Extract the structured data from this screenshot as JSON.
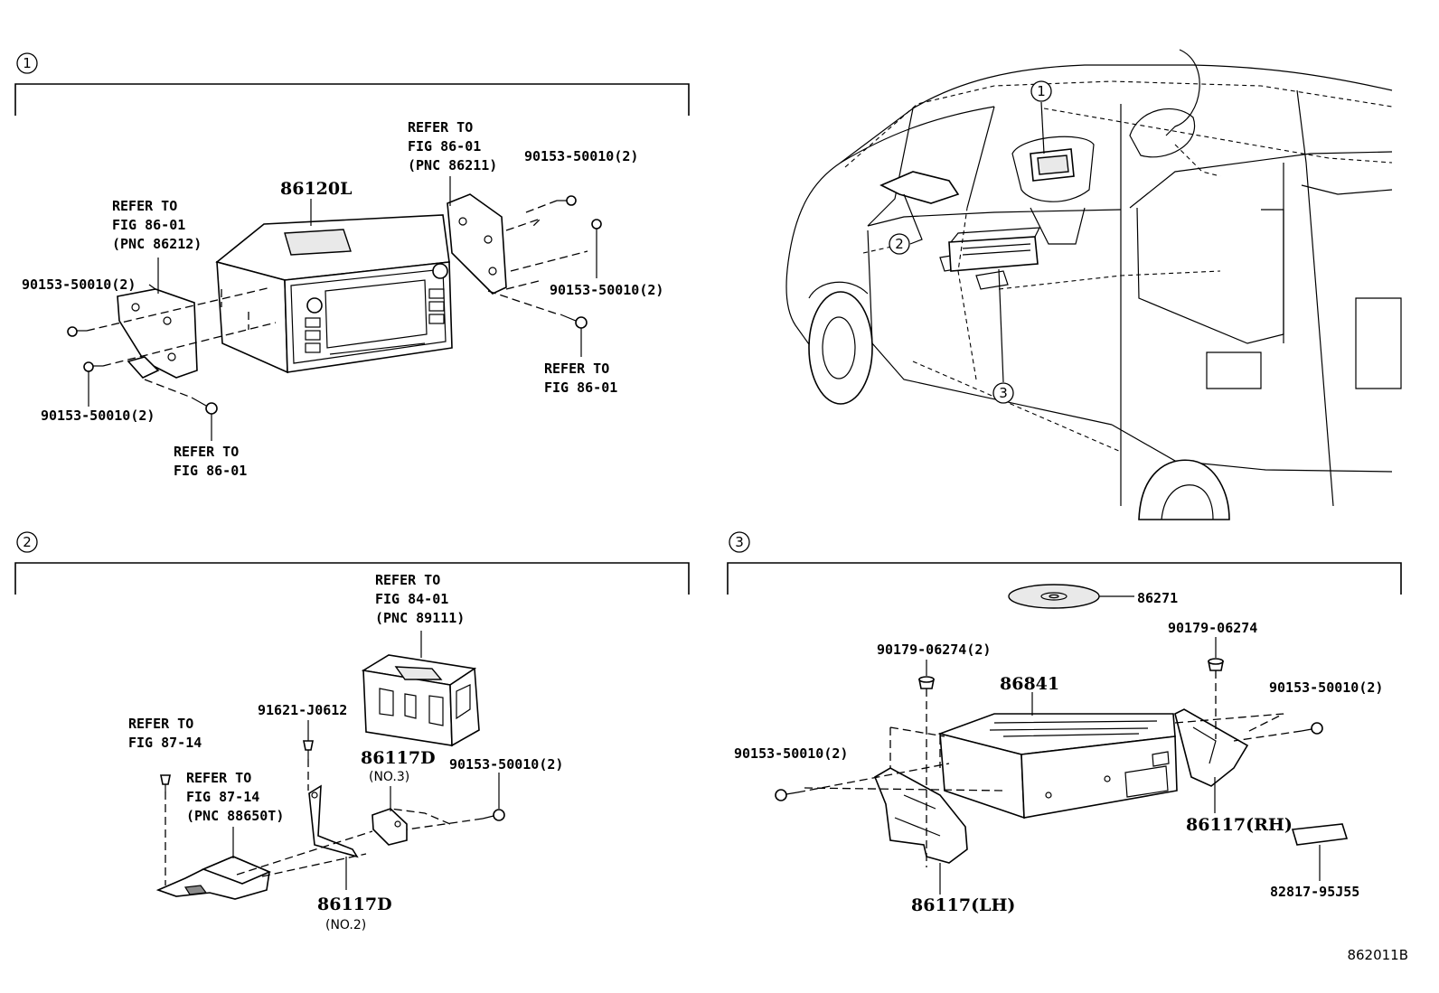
{
  "sections": {
    "s1": "1",
    "s2": "2",
    "s3": "3"
  },
  "overview": {
    "c1": "1",
    "c2": "2",
    "c3": "3"
  },
  "section1": {
    "main_part": "86120L",
    "ref_left": [
      "REFER TO",
      "FIG 86-01",
      "(PNC 86212)"
    ],
    "ref_top": [
      "REFER TO",
      "FIG 86-01",
      "(PNC 86211)"
    ],
    "ref_right": [
      "REFER TO",
      "FIG 86-01"
    ],
    "ref_bottom": [
      "REFER TO",
      "FIG 86-01"
    ],
    "bolt_top_right": "90153-50010(2)",
    "bolt_mid_right": "90153-50010(2)",
    "bolt_left": "90153-50010(2)",
    "bolt_bottom_left": "90153-50010(2)"
  },
  "section2": {
    "ref_top": [
      "REFER TO",
      "FIG 84-01",
      "(PNC 89111)"
    ],
    "ref_left": [
      "REFER TO",
      "FIG 87-14"
    ],
    "ref_sensor": [
      "REFER TO",
      "FIG 87-14",
      "(PNC 88650T)"
    ],
    "clip": "91621-J0612",
    "bracket_no3": "86117D",
    "bracket_no3_sub": "(NO.3)",
    "bracket_no2": "86117D",
    "bracket_no2_sub": "(NO.2)",
    "bolt": "90153-50010(2)"
  },
  "section3": {
    "disc": "86271",
    "unit": "86841",
    "nut_left": "90179-06274(2)",
    "nut_right": "90179-06274",
    "bolt_left": "90153-50010(2)",
    "bolt_right": "90153-50010(2)",
    "bracket_rh": "86117(RH)",
    "bracket_lh": "86117(LH)",
    "label_part": "82817-95J55"
  },
  "figure_code": "862011B"
}
